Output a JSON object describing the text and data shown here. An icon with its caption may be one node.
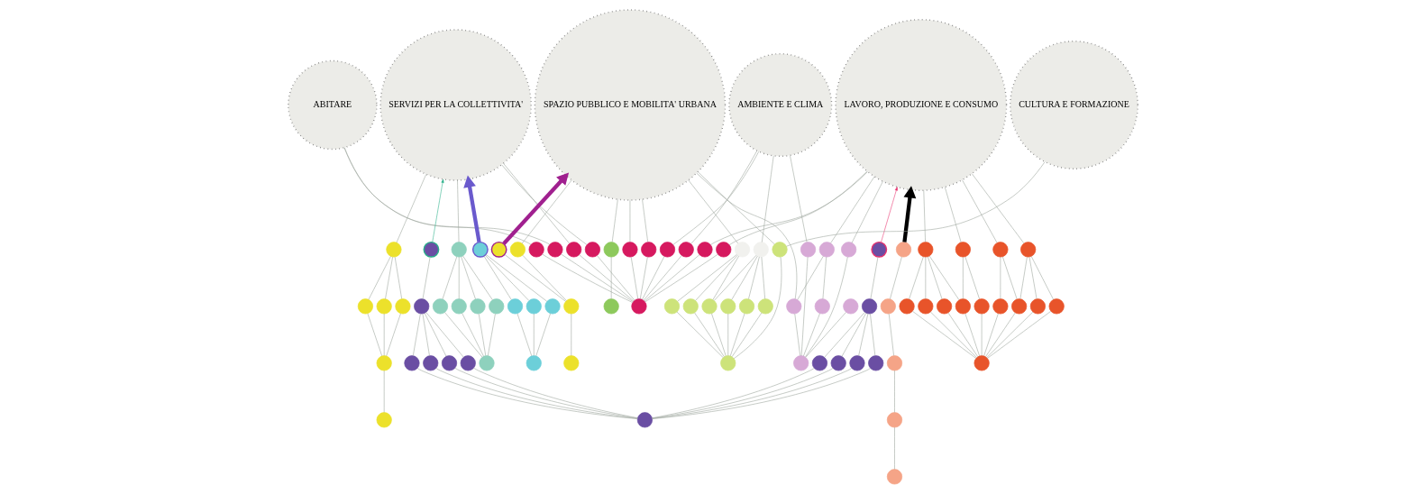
{
  "diagram": {
    "nodes": [
      {
        "text": [
          "ABITARE"
        ]
      },
      {
        "text": [
          "SERVIZI PER LA COLLETTIVITA'"
        ]
      },
      {
        "text": [
          "SPAZIO PUBBLICO E MOBILITA' URBANA"
        ]
      },
      {
        "text": [
          "AMBIENTE E CLIMA"
        ]
      },
      {
        "text": [
          "LAVORO, PRODUZIONE E CONSUMO"
        ]
      },
      {
        "text": [
          "CULTURA E FORMAZIONE"
        ]
      },
      {
        "text": [],
        "shape": "circle"
      },
      {
        "text": [],
        "shape": "circle"
      },
      {
        "text": [],
        "shape": "circle"
      },
      {
        "text": [],
        "shape": "circle"
      },
      {
        "text": [],
        "shape": "circle"
      },
      {
        "text": [],
        "shape": "circle"
      },
      {
        "text": [],
        "shape": "circle"
      },
      {
        "text": [],
        "shape": "circle"
      },
      {
        "text": [],
        "shape": "circle"
      },
      {
        "text": [],
        "shape": "circle"
      },
      {
        "text": [],
        "shape": "circle"
      },
      {
        "text": [],
        "shape": "circle"
      },
      {
        "text": [],
        "shape": "circle"
      },
      {
        "text": [],
        "shape": "circle"
      },
      {
        "text": [],
        "shape": "circle"
      },
      {
        "text": [],
        "shape": "circle"
      },
      {
        "text": [],
        "shape": "circle"
      },
      {
        "text": [],
        "shape": "circle"
      },
      {
        "text": [],
        "shape": "circle"
      },
      {
        "text": [],
        "shape": "circle"
      },
      {
        "text": [],
        "shape": "circle"
      },
      {
        "text": [],
        "shape": "circle"
      },
      {
        "text": [],
        "shape": "circle"
      },
      {
        "text": [],
        "shape": "circle"
      },
      {
        "text": [],
        "shape": "circle"
      },
      {
        "text": [],
        "shape": "circle"
      },
      {
        "text": [],
        "shape": "circle"
      },
      {
        "text": [],
        "shape": "circle"
      },
      {
        "text": [],
        "shape": "circle"
      },
      {
        "text": [],
        "shape": "circle"
      },
      {
        "text": [],
        "shape": "circle"
      },
      {
        "text": [],
        "shape": "circle"
      },
      {
        "text": [],
        "shape": "circle"
      },
      {
        "text": [],
        "shape": "circle"
      },
      {
        "text": [],
        "shape": "circle"
      },
      {
        "text": [],
        "shape": "circle"
      },
      {
        "text": [],
        "shape": "circle"
      },
      {
        "text": [],
        "shape": "circle"
      },
      {
        "text": [],
        "shape": "circle"
      },
      {
        "text": [],
        "shape": "circle"
      },
      {
        "text": [],
        "shape": "circle"
      },
      {
        "text": [],
        "shape": "circle"
      },
      {
        "text": [],
        "shape": "circle"
      },
      {
        "text": [],
        "shape": "circle"
      },
      {
        "text": [],
        "shape": "circle"
      },
      {
        "text": [],
        "shape": "circle"
      },
      {
        "text": [],
        "shape": "circle"
      },
      {
        "text": [],
        "shape": "circle"
      },
      {
        "text": [],
        "shape": "circle"
      },
      {
        "text": [],
        "shape": "circle"
      },
      {
        "text": [],
        "shape": "circle"
      },
      {
        "text": [],
        "shape": "circle"
      },
      {
        "text": [],
        "shape": "circle"
      },
      {
        "text": [],
        "shape": "circle"
      },
      {
        "text": [],
        "shape": "circle"
      },
      {
        "text": [],
        "shape": "circle"
      },
      {
        "text": [],
        "shape": "circle"
      },
      {
        "text": [],
        "shape": "circle"
      },
      {
        "text": [],
        "shape": "circle"
      },
      {
        "text": [],
        "shape": "circle"
      },
      {
        "text": [],
        "shape": "circle"
      },
      {
        "text": [],
        "shape": "circle"
      },
      {
        "text": [],
        "shape": "circle"
      },
      {
        "text": [],
        "shape": "circle"
      },
      {
        "text": [],
        "shape": "circle"
      },
      {
        "text": [],
        "shape": "circle"
      },
      {
        "text": [],
        "shape": "circle"
      },
      {
        "text": [],
        "shape": "circle"
      },
      {
        "text": [],
        "shape": "circle"
      },
      {
        "text": [],
        "shape": "circle"
      },
      {
        "text": [],
        "shape": "circle"
      },
      {
        "text": [],
        "shape": "circle"
      },
      {
        "text": [],
        "shape": "circle"
      },
      {
        "text": [],
        "shape": "circle"
      },
      {
        "text": [],
        "shape": "circle"
      },
      {
        "text": [],
        "shape": "circle"
      },
      {
        "text": [],
        "shape": "circle"
      },
      {
        "text": [],
        "shape": "circle"
      },
      {
        "text": [],
        "shape": "circle"
      },
      {
        "text": [],
        "shape": "circle"
      },
      {
        "text": [],
        "shape": "circle"
      },
      {
        "text": [],
        "shape": "circle"
      },
      {
        "text": [],
        "shape": "circle"
      }
    ],
    "edges": [
      {
        "from": 29,
        "to": 1,
        "arrow": "to",
        "style": "thick",
        "color": "#6a5acd"
      },
      {
        "from": 36,
        "to": 2,
        "arrow": "to",
        "style": "thick",
        "color": "#a0208f"
      },
      {
        "from": 50,
        "to": 4,
        "arrow": "to",
        "style": "thick",
        "color": "#000000"
      },
      {
        "from": 55,
        "to": 4,
        "arrow": "to",
        "color": "#e8336e"
      },
      {
        "from": 56,
        "to": 1,
        "arrow": "to",
        "color": "#2ab08a"
      },
      {
        "from": 6,
        "to": 1,
        "arrow": "none"
      },
      {
        "from": 7,
        "to": 2,
        "arrow": "none"
      },
      {
        "from": 8,
        "to": 3,
        "arrow": "none"
      },
      {
        "from": 9,
        "to": 4,
        "arrow": "none"
      },
      {
        "from": 10,
        "to": 0,
        "arrow": "none"
      },
      {
        "from": 11,
        "to": 2,
        "arrow": "none"
      },
      {
        "from": 12,
        "to": 1,
        "arrow": "none"
      },
      {
        "from": 13,
        "to": 3,
        "arrow": "none"
      },
      {
        "from": 14,
        "to": 0,
        "arrow": "none"
      },
      {
        "from": 15,
        "to": 4,
        "arrow": "none"
      },
      {
        "from": 5,
        "to": 42,
        "arrow": "none"
      },
      {
        "from": 17,
        "to": 1,
        "arrow": "none"
      },
      {
        "from": 23,
        "to": 1,
        "arrow": "none"
      },
      {
        "from": 34,
        "to": 2,
        "arrow": "none"
      },
      {
        "from": 37,
        "to": 2,
        "arrow": "none"
      },
      {
        "from": 40,
        "to": 2,
        "arrow": "none"
      },
      {
        "from": 41,
        "to": 3,
        "arrow": "none"
      },
      {
        "from": 42,
        "to": 2,
        "arrow": "none"
      },
      {
        "from": 68,
        "to": 4,
        "arrow": "none"
      },
      {
        "from": 69,
        "to": 4,
        "arrow": "none"
      },
      {
        "from": 70,
        "to": 4,
        "arrow": "none"
      },
      {
        "from": 71,
        "to": 4,
        "arrow": "none"
      },
      {
        "from": 82,
        "to": 4,
        "arrow": "none"
      },
      {
        "from": 84,
        "to": 3,
        "arrow": "none"
      },
      {
        "from": 85,
        "to": 4,
        "arrow": "none"
      },
      {
        "from": 86,
        "to": 2,
        "arrow": "none"
      },
      {
        "from": 6,
        "to": 16,
        "arrow": "none"
      },
      {
        "from": 7,
        "to": 16,
        "arrow": "none"
      },
      {
        "from": 8,
        "to": 16,
        "arrow": "none"
      },
      {
        "from": 9,
        "to": 16,
        "arrow": "none"
      },
      {
        "from": 10,
        "to": 16,
        "arrow": "none"
      },
      {
        "from": 11,
        "to": 16,
        "arrow": "none"
      },
      {
        "from": 12,
        "to": 16,
        "arrow": "none"
      },
      {
        "from": 13,
        "to": 16,
        "arrow": "none"
      },
      {
        "from": 14,
        "to": 16,
        "arrow": "none"
      },
      {
        "from": 15,
        "to": 16,
        "arrow": "none"
      },
      {
        "from": 17,
        "to": 18,
        "arrow": "none"
      },
      {
        "from": 17,
        "to": 19,
        "arrow": "none"
      },
      {
        "from": 17,
        "to": 20,
        "arrow": "none"
      },
      {
        "from": 17,
        "to": 21,
        "arrow": "none"
      },
      {
        "from": 18,
        "to": 22,
        "arrow": "none"
      },
      {
        "from": 19,
        "to": 22,
        "arrow": "none"
      },
      {
        "from": 20,
        "to": 22,
        "arrow": "none"
      },
      {
        "from": 21,
        "to": 22,
        "arrow": "none"
      },
      {
        "from": 23,
        "to": 24,
        "arrow": "none"
      },
      {
        "from": 23,
        "to": 25,
        "arrow": "none"
      },
      {
        "from": 23,
        "to": 26,
        "arrow": "none"
      },
      {
        "from": 24,
        "to": 27,
        "arrow": "none"
      },
      {
        "from": 25,
        "to": 27,
        "arrow": "none"
      },
      {
        "from": 26,
        "to": 27,
        "arrow": "none"
      },
      {
        "from": 27,
        "to": 28,
        "arrow": "none"
      },
      {
        "from": 29,
        "to": 30,
        "arrow": "none"
      },
      {
        "from": 29,
        "to": 31,
        "arrow": "none"
      },
      {
        "from": 29,
        "to": 32,
        "arrow": "none"
      },
      {
        "from": 30,
        "to": 33,
        "arrow": "none"
      },
      {
        "from": 31,
        "to": 33,
        "arrow": "none"
      },
      {
        "from": 32,
        "to": 33,
        "arrow": "none"
      },
      {
        "from": 34,
        "to": 35,
        "arrow": "none"
      },
      {
        "from": 36,
        "to": 38,
        "arrow": "none"
      },
      {
        "from": 37,
        "to": 38,
        "arrow": "none"
      },
      {
        "from": 38,
        "to": 39,
        "arrow": "none"
      },
      {
        "from": 40,
        "to": 43,
        "arrow": "none"
      },
      {
        "from": 40,
        "to": 44,
        "arrow": "none"
      },
      {
        "from": 40,
        "to": 45,
        "arrow": "none"
      },
      {
        "from": 41,
        "to": 45,
        "arrow": "none"
      },
      {
        "from": 41,
        "to": 46,
        "arrow": "none"
      },
      {
        "from": 41,
        "to": 47,
        "arrow": "none"
      },
      {
        "from": 41,
        "to": 48,
        "arrow": "none"
      },
      {
        "from": 42,
        "to": 49,
        "arrow": "none"
      },
      {
        "from": 43,
        "to": 49,
        "arrow": "none"
      },
      {
        "from": 44,
        "to": 49,
        "arrow": "none"
      },
      {
        "from": 45,
        "to": 49,
        "arrow": "none"
      },
      {
        "from": 46,
        "to": 49,
        "arrow": "none"
      },
      {
        "from": 47,
        "to": 49,
        "arrow": "none"
      },
      {
        "from": 48,
        "to": 49,
        "arrow": "none"
      },
      {
        "from": 50,
        "to": 51,
        "arrow": "none"
      },
      {
        "from": 51,
        "to": 52,
        "arrow": "none"
      },
      {
        "from": 52,
        "to": 53,
        "arrow": "none"
      },
      {
        "from": 53,
        "to": 54,
        "arrow": "none"
      },
      {
        "from": 55,
        "to": 57,
        "arrow": "none"
      },
      {
        "from": 56,
        "to": 58,
        "arrow": "none"
      },
      {
        "from": 57,
        "to": 59,
        "arrow": "none"
      },
      {
        "from": 57,
        "to": 60,
        "arrow": "none"
      },
      {
        "from": 57,
        "to": 61,
        "arrow": "none"
      },
      {
        "from": 57,
        "to": 62,
        "arrow": "none"
      },
      {
        "from": 58,
        "to": 63,
        "arrow": "none"
      },
      {
        "from": 58,
        "to": 64,
        "arrow": "none"
      },
      {
        "from": 58,
        "to": 65,
        "arrow": "none"
      },
      {
        "from": 58,
        "to": 66,
        "arrow": "none"
      },
      {
        "from": 59,
        "to": 67,
        "arrow": "none"
      },
      {
        "from": 60,
        "to": 67,
        "arrow": "none"
      },
      {
        "from": 61,
        "to": 67,
        "arrow": "none"
      },
      {
        "from": 62,
        "to": 67,
        "arrow": "none"
      },
      {
        "from": 63,
        "to": 67,
        "arrow": "none"
      },
      {
        "from": 64,
        "to": 67,
        "arrow": "none"
      },
      {
        "from": 65,
        "to": 67,
        "arrow": "none"
      },
      {
        "from": 66,
        "to": 67,
        "arrow": "none"
      },
      {
        "from": 68,
        "to": 72,
        "arrow": "none"
      },
      {
        "from": 68,
        "to": 73,
        "arrow": "none"
      },
      {
        "from": 68,
        "to": 74,
        "arrow": "none"
      },
      {
        "from": 68,
        "to": 76,
        "arrow": "none"
      },
      {
        "from": 69,
        "to": 75,
        "arrow": "none"
      },
      {
        "from": 69,
        "to": 77,
        "arrow": "none"
      },
      {
        "from": 70,
        "to": 76,
        "arrow": "none"
      },
      {
        "from": 70,
        "to": 78,
        "arrow": "none"
      },
      {
        "from": 71,
        "to": 77,
        "arrow": "none"
      },
      {
        "from": 71,
        "to": 79,
        "arrow": "none"
      },
      {
        "from": 71,
        "to": 80,
        "arrow": "none"
      },
      {
        "from": 72,
        "to": 81,
        "arrow": "none"
      },
      {
        "from": 73,
        "to": 81,
        "arrow": "none"
      },
      {
        "from": 74,
        "to": 81,
        "arrow": "none"
      },
      {
        "from": 75,
        "to": 81,
        "arrow": "none"
      },
      {
        "from": 76,
        "to": 81,
        "arrow": "none"
      },
      {
        "from": 77,
        "to": 81,
        "arrow": "none"
      },
      {
        "from": 78,
        "to": 81,
        "arrow": "none"
      },
      {
        "from": 79,
        "to": 81,
        "arrow": "none"
      },
      {
        "from": 80,
        "to": 81,
        "arrow": "none"
      },
      {
        "from": 82,
        "to": 86,
        "arrow": "none"
      },
      {
        "from": 82,
        "to": 87,
        "arrow": "none"
      },
      {
        "from": 83,
        "to": 88,
        "arrow": "none"
      },
      {
        "from": 84,
        "to": 88,
        "arrow": "none"
      },
      {
        "from": 85,
        "to": 88,
        "arrow": "none"
      },
      {
        "from": 86,
        "to": 88,
        "arrow": "none"
      },
      {
        "from": 87,
        "to": 88,
        "arrow": "none"
      }
    ]
  }
}
